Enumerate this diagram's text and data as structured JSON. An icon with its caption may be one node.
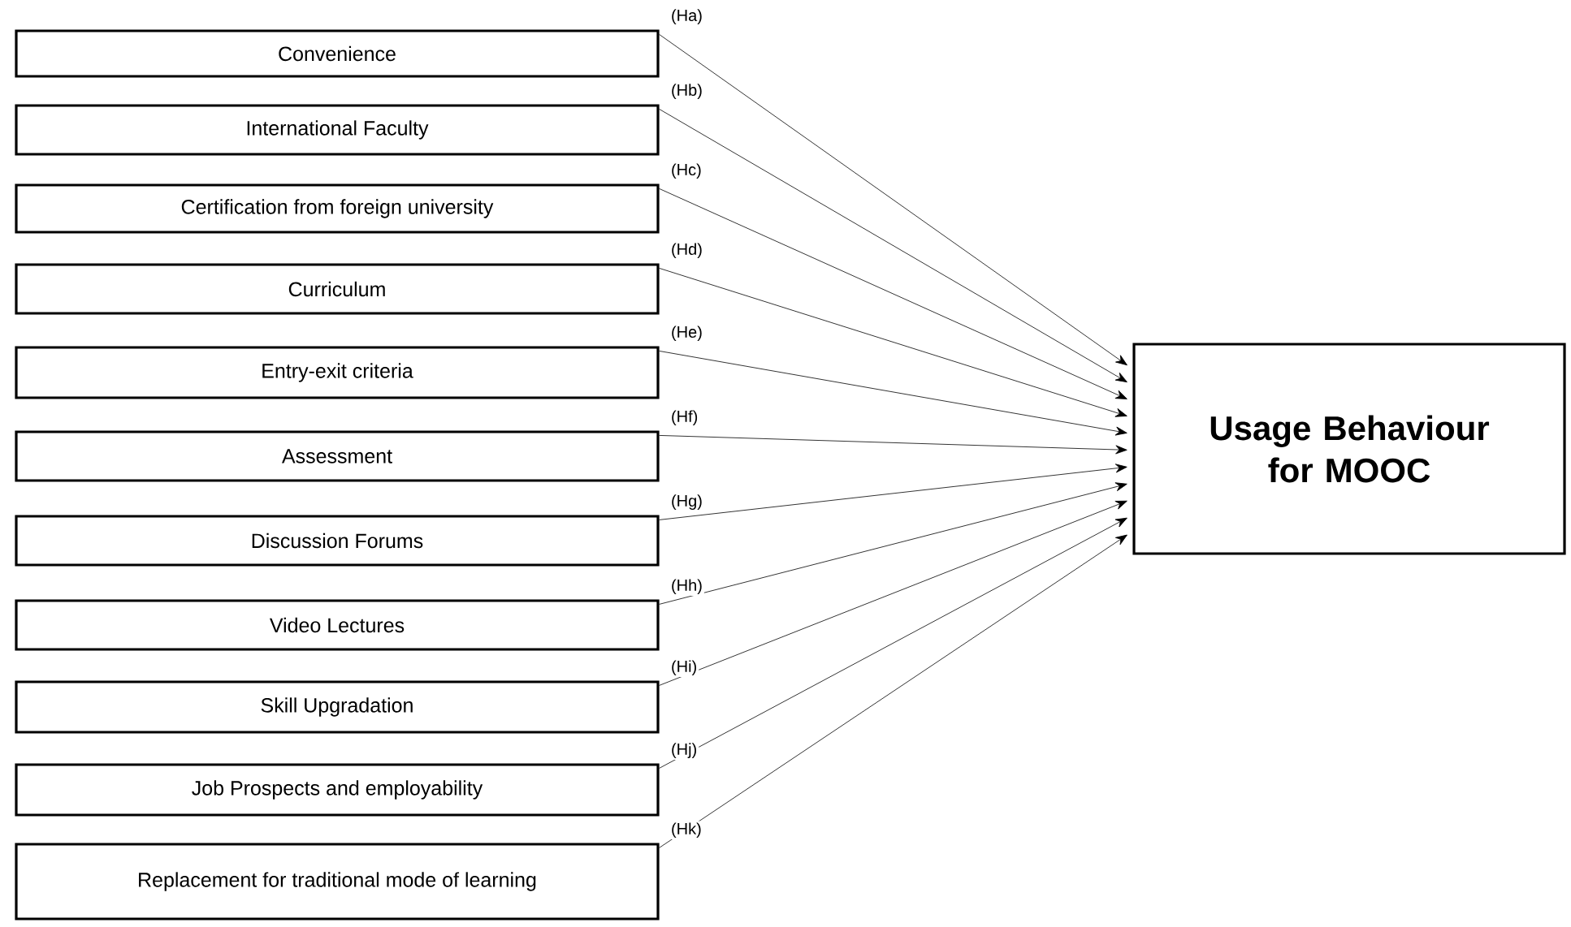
{
  "diagram": {
    "nodes": [
      {
        "text": [
          "Convenience"
        ]
      },
      {
        "text": [
          "International Faculty"
        ]
      },
      {
        "text": [
          "Certification from foreign university"
        ]
      },
      {
        "text": [
          "Curriculum"
        ]
      },
      {
        "text": [
          "Entry-exit criteria"
        ]
      },
      {
        "text": [
          "Assessment"
        ]
      },
      {
        "text": [
          "Discussion Forums"
        ]
      },
      {
        "text": [
          "Video Lectures"
        ]
      },
      {
        "text": [
          "Skill Upgradation"
        ]
      },
      {
        "text": [
          "Job Prospects and employability"
        ]
      },
      {
        "text": [
          "Replacement for traditional mode of learning"
        ]
      },
      {
        "text": [
          "Usage Behaviour for MOOC"
        ]
      }
    ],
    "edges": [
      {
        "from": 0,
        "to": 11,
        "arrow": "to",
        "label": "(Ha)"
      },
      {
        "from": 1,
        "to": 11,
        "arrow": "to",
        "label": "(Hb)"
      },
      {
        "from": 2,
        "to": 11,
        "arrow": "to",
        "label": "(Hc)"
      },
      {
        "from": 3,
        "to": 11,
        "arrow": "to",
        "label": "(Hd)"
      },
      {
        "from": 4,
        "to": 11,
        "arrow": "to",
        "label": "(He)"
      },
      {
        "from": 5,
        "to": 11,
        "arrow": "to",
        "label": "(Hf)"
      },
      {
        "from": 6,
        "to": 11,
        "arrow": "to",
        "label": "(Hg)"
      },
      {
        "from": 7,
        "to": 11,
        "arrow": "to",
        "label": "(Hh)"
      },
      {
        "from": 8,
        "to": 11,
        "arrow": "to",
        "label": "(Hi)"
      },
      {
        "from": 9,
        "to": 11,
        "arrow": "to",
        "label": "(Hj)"
      },
      {
        "from": 10,
        "to": 11,
        "arrow": "to",
        "label": "(Hk)"
      }
    ]
  }
}
